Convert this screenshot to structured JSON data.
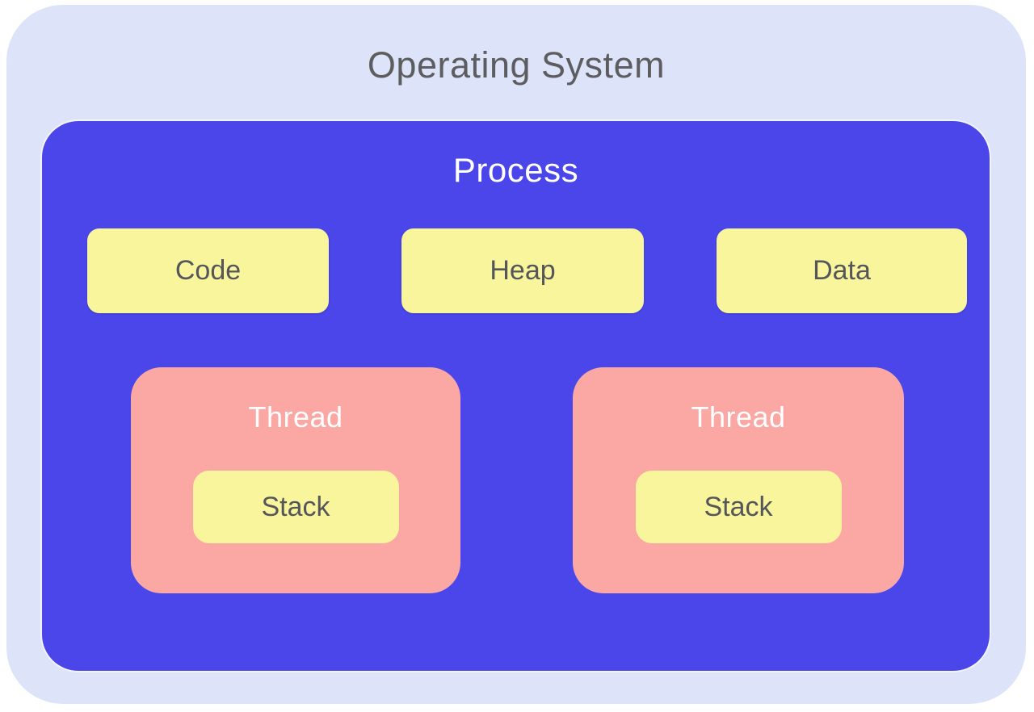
{
  "title": "Operating System",
  "process": {
    "label": "Process",
    "memory_segments": [
      "Code",
      "Heap",
      "Data"
    ],
    "threads": [
      {
        "label": "Thread",
        "stack": "Stack"
      },
      {
        "label": "Thread",
        "stack": "Stack"
      }
    ]
  },
  "colors": {
    "os_background": "#dde3f8",
    "process_background": "#4b46ea",
    "thread_background": "#fba8a4",
    "segment_background": "#f8f59c",
    "title_text": "#5d5d60",
    "light_text": "#ffffff",
    "segment_text": "#55565a"
  }
}
